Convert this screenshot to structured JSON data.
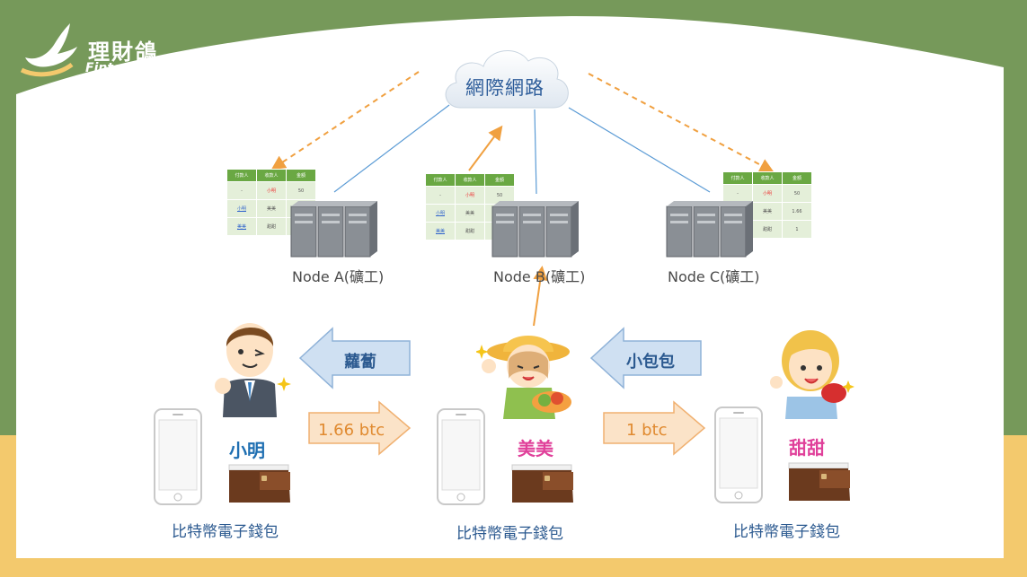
{
  "logo": {
    "name_cn": "理財鴿",
    "name_en": "FintechGO"
  },
  "cloud": {
    "label": "網際網路"
  },
  "nodes": [
    {
      "label": "Node A(礦工)"
    },
    {
      "label": "Node B(礦工)"
    },
    {
      "label": "Node C(礦工)"
    }
  ],
  "ledger": {
    "headers": [
      "付款人",
      "收款人",
      "金額"
    ],
    "rows_a": [
      [
        "-",
        "小明",
        "50"
      ],
      [
        "小明",
        "美美",
        ""
      ],
      [
        "美美",
        "甜甜",
        ""
      ]
    ],
    "rows_b": [
      [
        "-",
        "小明",
        "50"
      ],
      [
        "小明",
        "美美",
        ""
      ],
      [
        "美美",
        "甜甜",
        ""
      ]
    ],
    "rows_c": [
      [
        "-",
        "小明",
        "50"
      ],
      [
        "",
        "美美",
        "1.66"
      ],
      [
        "",
        "甜甜",
        "1"
      ]
    ]
  },
  "people": [
    {
      "name": "小明",
      "color": "#1f6fb2"
    },
    {
      "name": "美美",
      "color": "#e0409a"
    },
    {
      "name": "甜甜",
      "color": "#e0409a"
    }
  ],
  "arrows": {
    "goods1": "蘿蔔",
    "goods2": "小包包",
    "pay1": "1.66 btc",
    "pay2": "1 btc"
  },
  "wallet_label": "比特幣電子錢包",
  "colors": {
    "green": "#76995a",
    "yellow": "#f3c96d",
    "blue_arrow": "#cfe0f2",
    "orange_arrow": "#fbe3c8"
  }
}
